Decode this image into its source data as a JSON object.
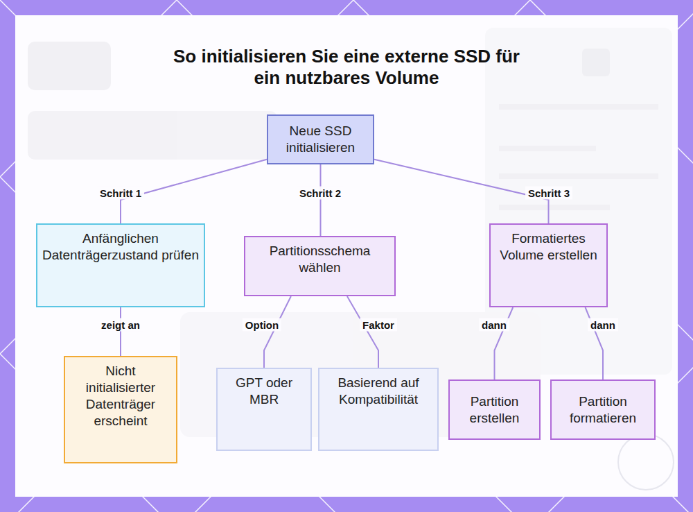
{
  "diagram": {
    "title": "So initialisieren Sie eine externe SSD für ein nutzbares Volume",
    "nodes": [
      {
        "text": [
          "Neue SSD initialisieren"
        ]
      },
      {
        "text": [
          "Anfänglichen Datenträgerzustand prüfen"
        ]
      },
      {
        "text": [
          "Partitionsschema wählen"
        ]
      },
      {
        "text": [
          "Formatiertes Volume erstellen"
        ]
      },
      {
        "text": [
          "Nicht initialisierter Datenträger erscheint"
        ]
      },
      {
        "text": [
          "GPT oder MBR"
        ]
      },
      {
        "text": [
          "Basierend auf Kompatibilität"
        ]
      },
      {
        "text": [
          "Partition erstellen"
        ]
      },
      {
        "text": [
          "Partition formatieren"
        ]
      }
    ],
    "edges": [
      {
        "from": 0,
        "to": 1,
        "arrow": "none",
        "label": "Schritt 1"
      },
      {
        "from": 0,
        "to": 2,
        "arrow": "none",
        "label": "Schritt 2"
      },
      {
        "from": 0,
        "to": 3,
        "arrow": "none",
        "label": "Schritt 3"
      },
      {
        "from": 1,
        "to": 4,
        "arrow": "none",
        "label": "zeigt an"
      },
      {
        "from": 2,
        "to": 5,
        "arrow": "none",
        "label": "Option"
      },
      {
        "from": 2,
        "to": 6,
        "arrow": "none",
        "label": "Faktor"
      },
      {
        "from": 3,
        "to": 7,
        "arrow": "none",
        "label": "dann"
      },
      {
        "from": 3,
        "to": 8,
        "arrow": "none",
        "label": "dann"
      }
    ]
  }
}
